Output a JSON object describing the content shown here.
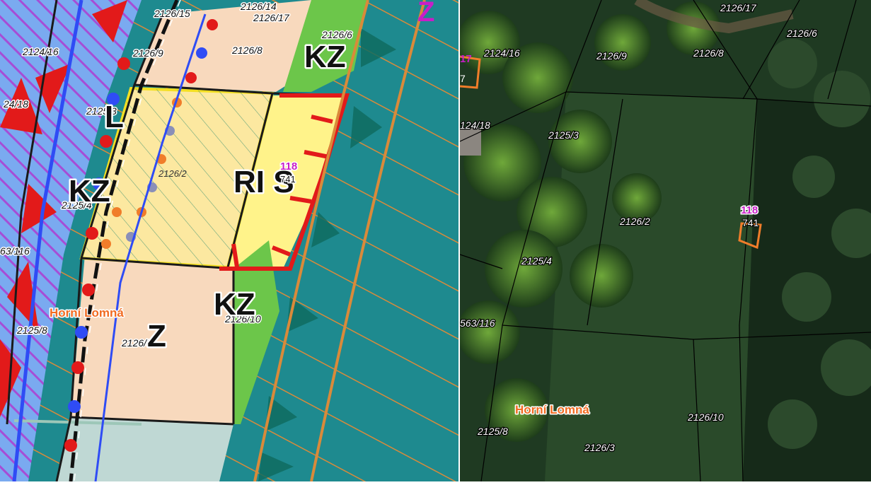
{
  "left_map": {
    "parcels": {
      "p_2126_15": "2126/15",
      "p_2126_14": "2126/14",
      "p_2126_17": "2126/17",
      "p_2126_6": "2126/6",
      "p_2124_16": "2124/16",
      "p_2126_9": "2126/9",
      "p_2126_8": "2126/8",
      "p_24_18": "24/18",
      "p_2125_3": "2125/3",
      "p_2126_2": "2126/2",
      "p_2125_4": "2125/4",
      "p_63_116": "63/116",
      "p_2126_10": "2126/10",
      "p_2125_8": "2125/8",
      "p_2126_3": "2126/3"
    },
    "zones": {
      "kz_top": "KZ",
      "l": "L",
      "kz_left": "KZ",
      "ri_s": "RI S",
      "kz_bottom": "KZ",
      "z": "Z"
    },
    "building_number": "118",
    "house_number": "741",
    "village_label": "Horní Lomná",
    "corner_letter": "Z"
  },
  "right_map": {
    "parcels": {
      "p_2126_17": "2126/17",
      "p_2126_6": "2126/6",
      "p_2124_16": "2124/16",
      "p_2126_9": "2126/9",
      "p_2126_8": "2126/8",
      "p_24_18": "124/18",
      "p_2125_3": "2125/3",
      "p_2126_2": "2126/2",
      "p_2125_4": "2125/4",
      "p_63_116": "563/116",
      "p_2126_10": "2126/10",
      "p_2125_8": "2125/8",
      "p_2126_3": "2126/3"
    },
    "edge_number": "17",
    "edge_number2": "7",
    "building_number": "118",
    "house_number": "741",
    "village_label": "Horní Lomná"
  },
  "colors": {
    "plan_beige": "#f8d9bd",
    "plan_yellow": "#fff38a",
    "plan_teal": "#1e8a8f",
    "plan_blue": "#7aaaf0",
    "plan_purple": "#a64dd6",
    "plan_red": "#e21a1a",
    "plan_green": "#6cc64a",
    "highlight_yellow": "#f3df22",
    "village_orange": "#f26b21",
    "building_magenta": "#c81ec8"
  }
}
